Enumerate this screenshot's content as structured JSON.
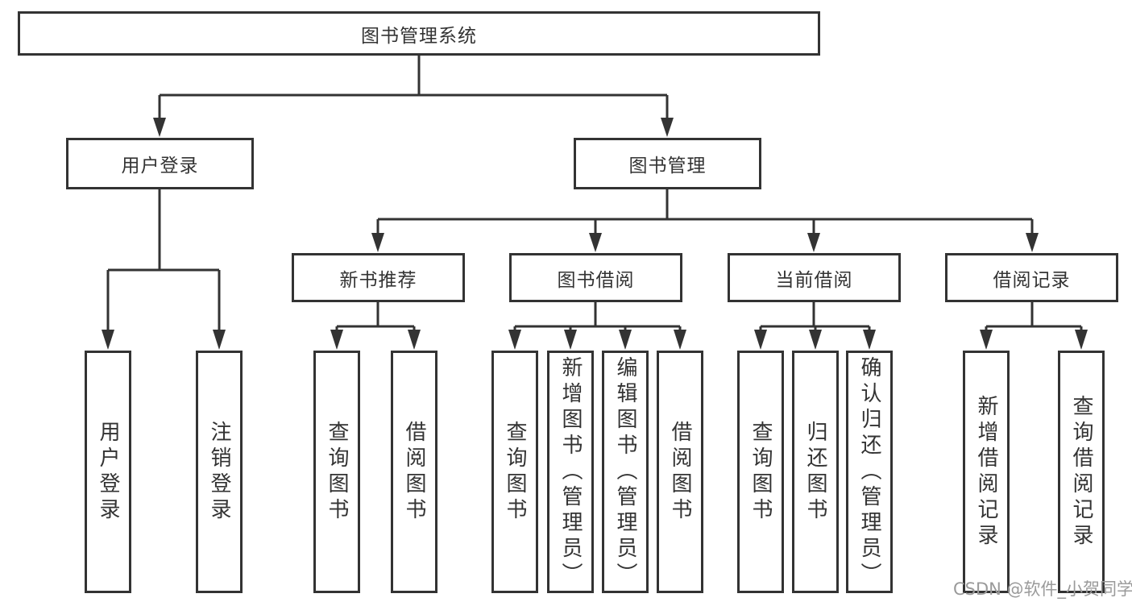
{
  "tree": {
    "label": "图书管理系统",
    "children": [
      {
        "label": "用户登录",
        "children": [
          {
            "label": "用户登录"
          },
          {
            "label": "注销登录"
          }
        ]
      },
      {
        "label": "图书管理",
        "children": [
          {
            "label": "新书推荐",
            "children": [
              {
                "label": "查询图书"
              },
              {
                "label": "借阅图书"
              }
            ]
          },
          {
            "label": "图书借阅",
            "children": [
              {
                "label": "查询图书"
              },
              {
                "label": "新增图书（管理员）"
              },
              {
                "label": "编辑图书（管理员）"
              },
              {
                "label": "借阅图书"
              }
            ]
          },
          {
            "label": "当前借阅",
            "children": [
              {
                "label": "查询图书"
              },
              {
                "label": "归还图书"
              },
              {
                "label": "确认归还（管理员）"
              }
            ]
          },
          {
            "label": "借阅记录",
            "children": [
              {
                "label": "新增借阅记录"
              },
              {
                "label": "查询借阅记录"
              }
            ]
          }
        ]
      }
    ]
  },
  "watermark": {
    "text": "CSDN @软件_小贺同学"
  },
  "colors": {
    "line": "#333333",
    "box_border": "#333333",
    "text": "#333333",
    "watermark": "#9a9a9a",
    "background": "#ffffff"
  }
}
